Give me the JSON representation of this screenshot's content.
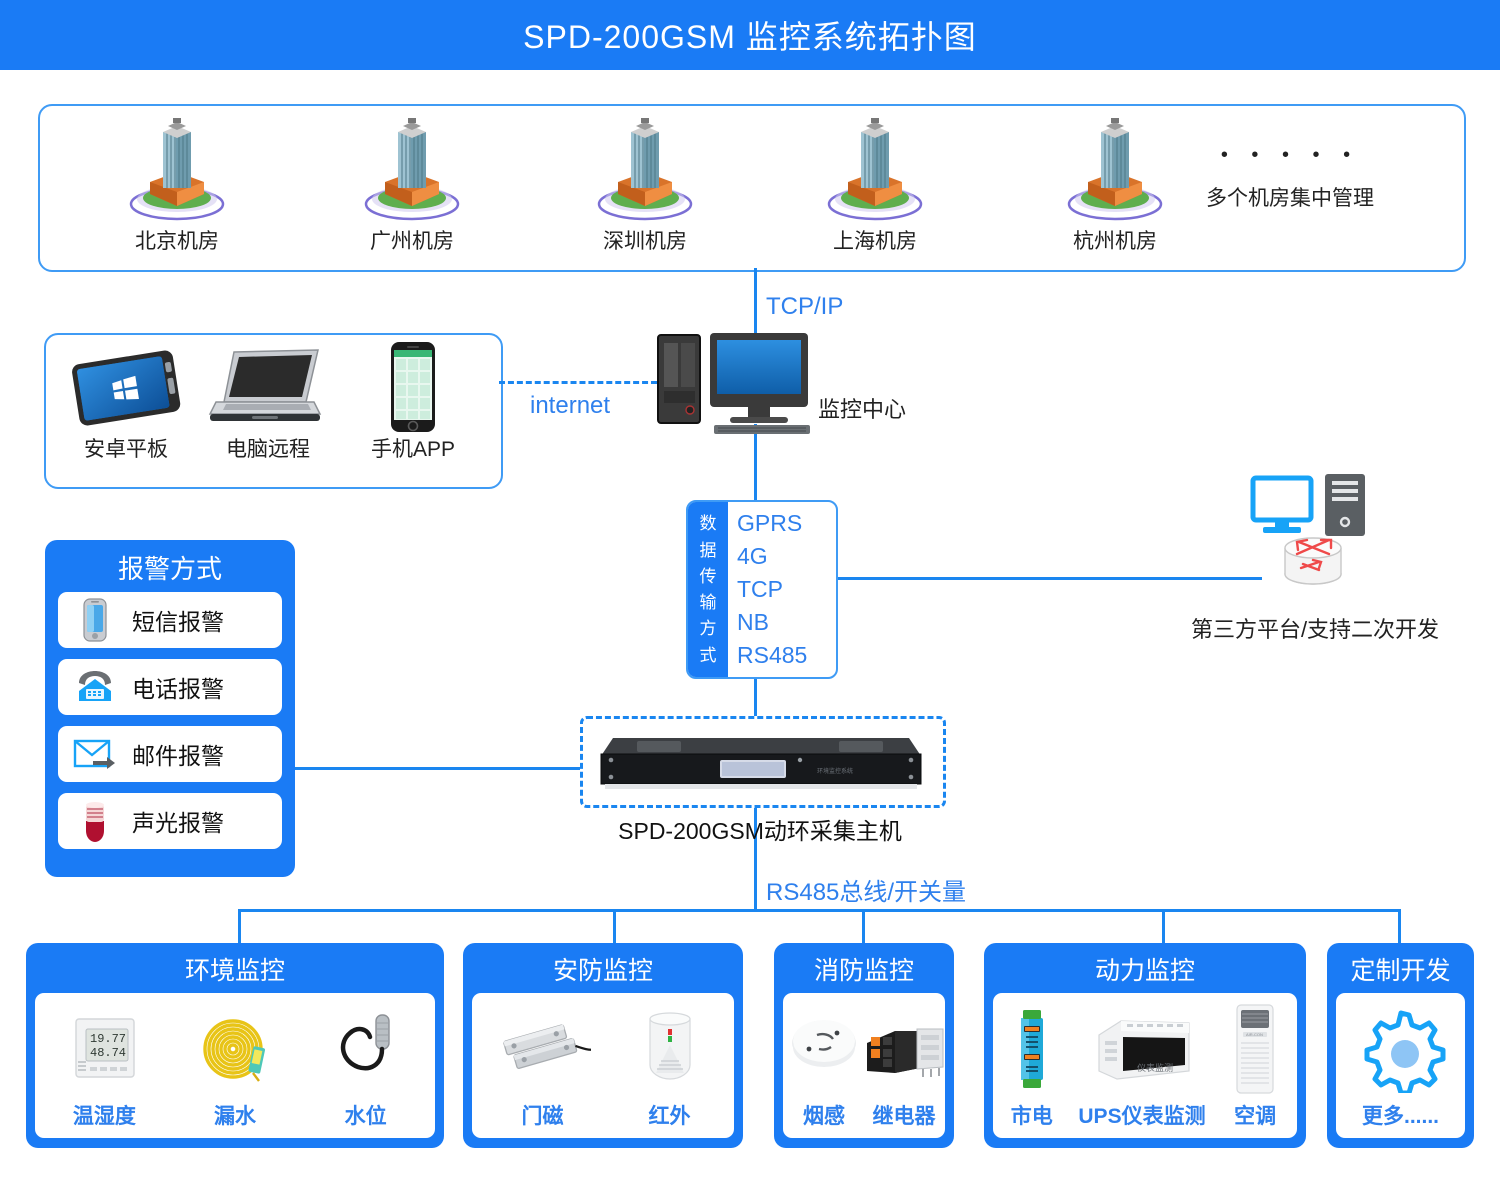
{
  "header": {
    "title": "SPD-200GSM  监控系统拓扑图"
  },
  "rooms": {
    "items": [
      {
        "label": "北京机房",
        "icon": "building-icon"
      },
      {
        "label": "广州机房",
        "icon": "building-icon"
      },
      {
        "label": "深圳机房",
        "icon": "building-icon"
      },
      {
        "label": "上海机房",
        "icon": "building-icon"
      },
      {
        "label": "杭州机房",
        "icon": "building-icon"
      }
    ],
    "more": {
      "dots": "• • • • •",
      "label": "多个机房集中管理"
    }
  },
  "remote_devices": {
    "items": [
      {
        "label": "安卓平板",
        "icon": "tablet-icon"
      },
      {
        "label": "电脑远程",
        "icon": "laptop-icon"
      },
      {
        "label": "手机APP",
        "icon": "smartphone-icon"
      }
    ]
  },
  "links": {
    "tcp_ip": "TCP/IP",
    "internet": "internet",
    "rs485_bus": "RS485总线/开关量"
  },
  "monitor_center": {
    "label": "监控中心",
    "icon": "desktop-computer-icon"
  },
  "data_transmission": {
    "side_label": "数据传输方式",
    "side_chars": [
      "数",
      "据",
      "传",
      "输",
      "方",
      "式"
    ],
    "methods": [
      "GPRS",
      "4G",
      "TCP",
      "NB",
      "RS485"
    ]
  },
  "third_party": {
    "label": "第三方平台/支持二次开发",
    "icons": [
      "monitor-icon",
      "server-icon",
      "router-icon"
    ]
  },
  "alarm_panel": {
    "title": "报警方式",
    "items": [
      {
        "label": "短信报警",
        "icon": "sms-phone-icon"
      },
      {
        "label": "电话报警",
        "icon": "telephone-icon"
      },
      {
        "label": "邮件报警",
        "icon": "email-icon"
      },
      {
        "label": "声光报警",
        "icon": "siren-icon"
      }
    ]
  },
  "host": {
    "label": "SPD-200GSM动环采集主机",
    "icon": "rackmount-device-icon"
  },
  "categories": [
    {
      "title": "环境监控",
      "items": [
        {
          "label": "温湿度",
          "icon": "temp-humidity-sensor-icon",
          "display": [
            "19.77",
            "48.74"
          ]
        },
        {
          "label": "漏水",
          "icon": "water-leak-rope-icon"
        },
        {
          "label": "水位",
          "icon": "water-level-probe-icon"
        }
      ]
    },
    {
      "title": "安防监控",
      "items": [
        {
          "label": "门磁",
          "icon": "door-contact-icon"
        },
        {
          "label": "红外",
          "icon": "infrared-detector-icon"
        }
      ]
    },
    {
      "title": "消防监控",
      "items": [
        {
          "label": "烟感",
          "icon": "smoke-detector-icon"
        },
        {
          "label": "继电器",
          "icon": "relay-icon"
        }
      ]
    },
    {
      "title": "动力监控",
      "items": [
        {
          "label": "市电",
          "icon": "power-module-icon"
        },
        {
          "label": "UPS仪表监测",
          "icon": "ups-meter-icon"
        },
        {
          "label": "空调",
          "icon": "air-conditioner-icon"
        }
      ]
    },
    {
      "title": "定制开发",
      "items": [
        {
          "label": "更多......",
          "icon": "gear-icon"
        }
      ]
    }
  ],
  "colors": {
    "brand_blue": "#1a7bf5",
    "line_blue": "#1a86f0",
    "label_blue": "#2f80ed",
    "border_blue": "#3f9bf5"
  }
}
